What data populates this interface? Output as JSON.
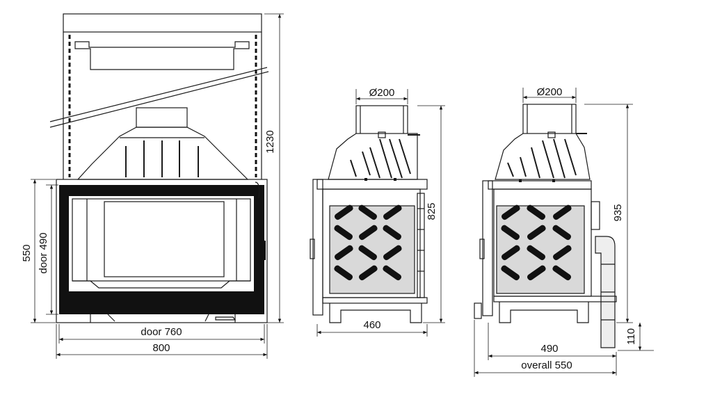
{
  "front_view": {
    "dim_overall_width": "800",
    "dim_door_width": "door 760",
    "dim_height_body": "550",
    "dim_door_height": "door 490",
    "dim_total_height": "1230"
  },
  "side_view_a": {
    "dim_flue_diameter": "Ø200",
    "dim_depth": "460",
    "dim_height": "825"
  },
  "side_view_b": {
    "dim_flue_diameter": "Ø200",
    "dim_depth": "490",
    "dim_overall_depth": "overall 550",
    "dim_height": "935",
    "dim_base_height": "110"
  }
}
